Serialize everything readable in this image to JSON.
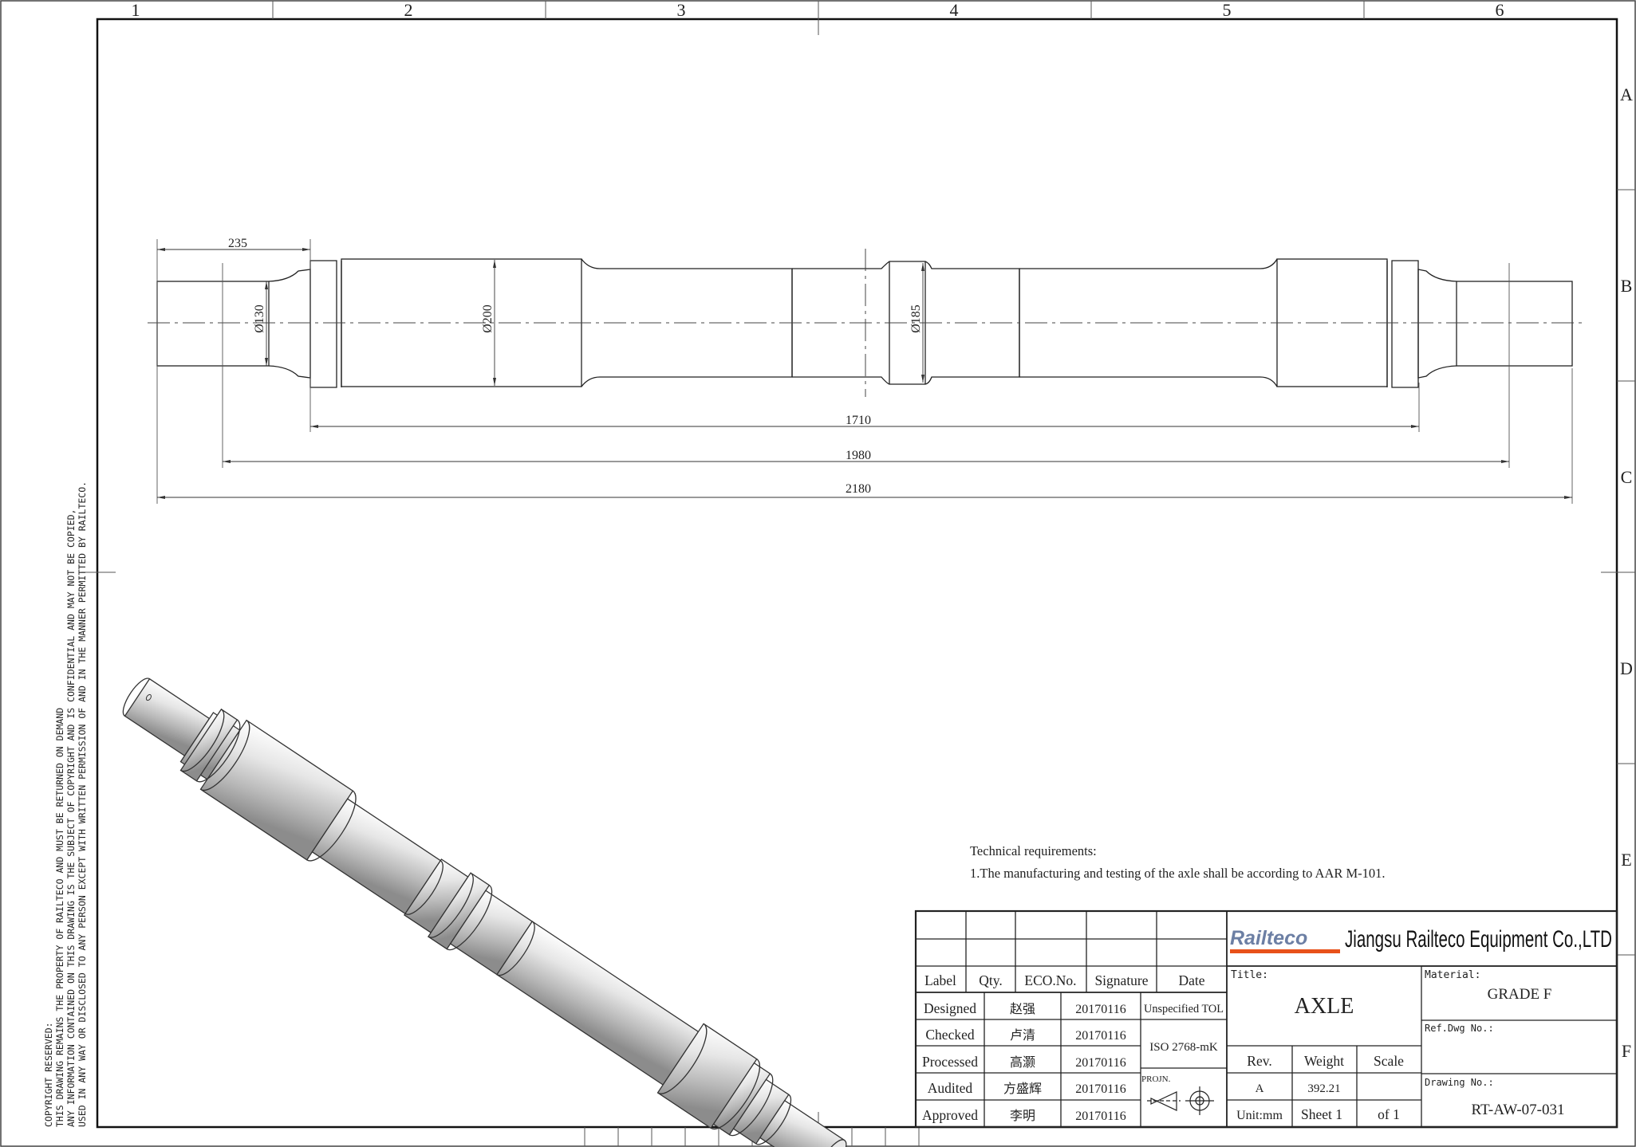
{
  "zones": {
    "columns": [
      "1",
      "2",
      "3",
      "4",
      "5",
      "6"
    ],
    "rows": [
      "A",
      "B",
      "C",
      "D",
      "E",
      "F"
    ]
  },
  "copyright": [
    "COPYRIGHT RESERVED:",
    "THIS DRAWING REMAINS THE PROPERTY OF RAILTECO AND MUST BE RETURNED ON DEMAND",
    "ANY INFORMATION CONTAINED ON THIS DRAWING IS THE SUBJECT OF COPYRIGHT AND IS CONFIDENTIAL AND MAY NOT BE COPIED,",
    "USED IN ANY WAY OR DISCLOSED TO ANY PERSON EXCEPT WITH WRITTEN PERMISSION OF AND IN THE MANNER PERMITTED BY RAILTECO."
  ],
  "dimensions": {
    "journal_length": "235",
    "journal_diameter": "Ø130",
    "wheel_seat_diameter": "Ø200",
    "center_diameter": "Ø185",
    "journal_centers": "1710",
    "seat_span": "1980",
    "overall_length": "2180"
  },
  "technical_requirements": {
    "heading": "Technical requirements:",
    "items": [
      "1.The manufacturing and testing of the axle shall  be according to AAR M-101."
    ]
  },
  "title_block": {
    "company_logo": "Railteco",
    "company_name": "Jiangsu Railteco Equipment Co.,LTD",
    "headers": [
      "Label",
      "Qty.",
      "ECO.No.",
      "Signature",
      "Date"
    ],
    "signoffs": [
      {
        "role": "Designed",
        "name": "赵强",
        "date": "20170116"
      },
      {
        "role": "Checked",
        "name": "卢清",
        "date": "20170116"
      },
      {
        "role": "Processed",
        "name": "高灏",
        "date": "20170116"
      },
      {
        "role": "Audited",
        "name": "方盛辉",
        "date": "20170116"
      },
      {
        "role": "Approved",
        "name": "李明",
        "date": "20170116"
      }
    ],
    "unspecified_tol": "Unspecified TOL",
    "iso": "ISO 2768-mK",
    "projection_label": "PROJN.",
    "title_label": "Title:",
    "title": "AXLE",
    "material_label": "Material:",
    "material": "GRADE F",
    "ref_label": "Ref.Dwg No.:",
    "rev_label": "Rev.",
    "weight_label": "Weight",
    "scale_label": "Scale",
    "rev": "A",
    "weight": "392.21",
    "unit": "Unit:mm",
    "sheet": "Sheet 1",
    "of": "of 1",
    "drawing_label": "Drawing No.:",
    "drawing_no": "RT-AW-07-031"
  }
}
